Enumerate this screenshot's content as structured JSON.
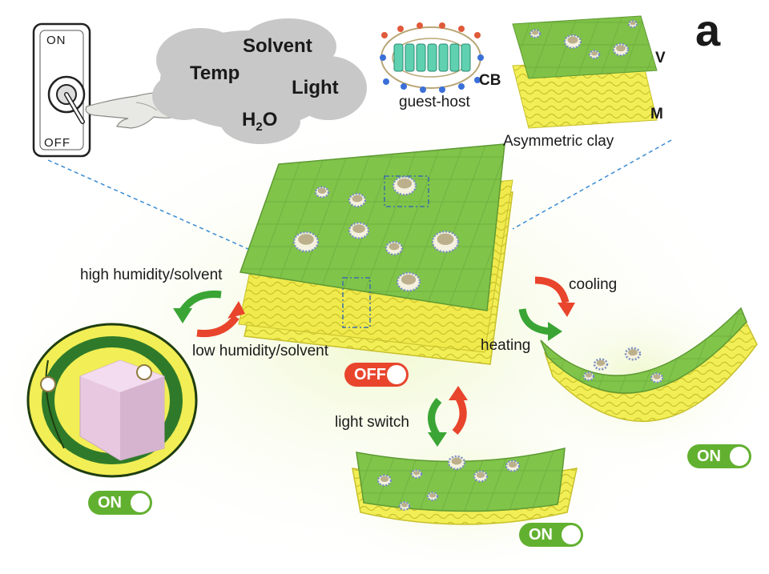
{
  "panel_label": "a",
  "switch": {
    "on_label": "ON",
    "off_label": "OFF"
  },
  "stimuli": {
    "solvent": "Solvent",
    "temp": "Temp",
    "light": "Light",
    "h2o_main": "H",
    "h2o_sub": "2",
    "h2o_tail": "O"
  },
  "inset": {
    "cb_label": "CB",
    "guest_host": "guest-host",
    "v_label": "V",
    "m_label": "M",
    "asymmetric": "Asymmetric clay"
  },
  "labels": {
    "high_humidity": "high humidity/solvent",
    "low_humidity": "low humidity/solvent",
    "cooling": "cooling",
    "heating": "heating",
    "light_switch": "light switch"
  },
  "states": {
    "center": "OFF",
    "left": "ON",
    "bottom": "ON",
    "right": "ON"
  },
  "colors": {
    "green_sheet": "#7fc247",
    "yellow_sheet": "#f2ee55",
    "arrow_green": "#3aa535",
    "arrow_red": "#e8452c",
    "pill_green": "#62b030",
    "pill_red": "#e8452c",
    "cloud": "#c8c8c8",
    "dashed_line": "#3a8bd6"
  }
}
